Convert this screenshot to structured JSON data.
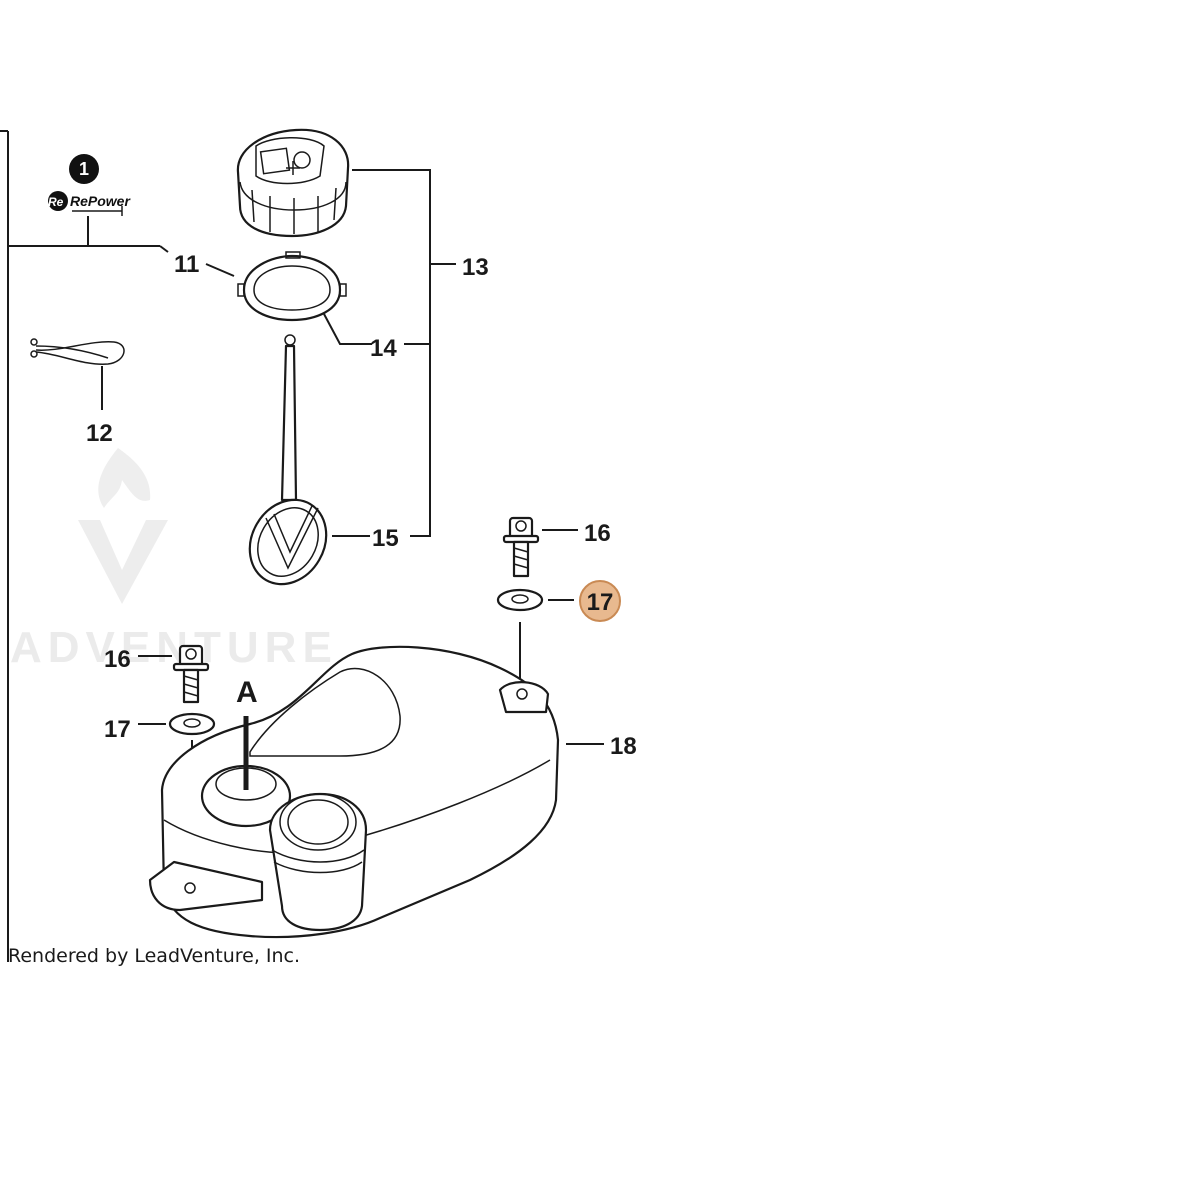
{
  "diagram": {
    "callouts": {
      "c1": "1",
      "c11": "11",
      "c12": "12",
      "c13": "13",
      "c14": "14",
      "c15": "15",
      "c16a": "16",
      "c17a": "17",
      "c16b": "16",
      "c17b": "17",
      "c18": "18",
      "cA": "A"
    },
    "badge_logo": "RePower",
    "watermark": "ADVENTURE",
    "footer": "Rendered by LeadVenture, Inc.",
    "colors": {
      "highlight_fill": "#e8b98f",
      "highlight_stroke": "#c98a54",
      "line": "#1a1a1a",
      "watermark": "#e9e9e9"
    }
  }
}
